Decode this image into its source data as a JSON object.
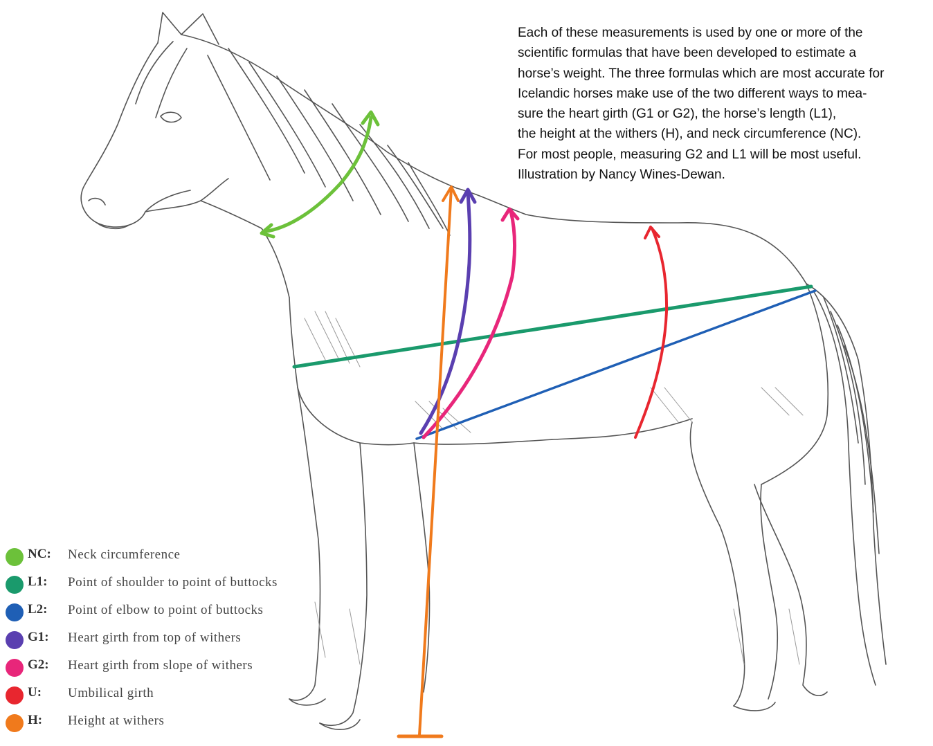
{
  "caption": {
    "lines": [
      "Each of these measurements is used by one or more of the",
      "scientific formulas that have been developed to estimate a",
      "horse’s weight. The three formulas which are most accurate for",
      "Icelandic horses make use of the two different ways to mea-",
      "sure the heart girth (G1 or G2), the horse’s length (L1),",
      "the height at the withers (H), and neck circumference (NC).",
      "For most people, measuring G2 and L1 will be most useful.",
      "Illustration by Nancy Wines-Dewan."
    ]
  },
  "legend": [
    {
      "code": "NC:",
      "label": "Neck circumference",
      "color": "#6cc13a"
    },
    {
      "code": "L1:",
      "label": "Point of shoulder to point of buttocks",
      "color": "#1a9a6c"
    },
    {
      "code": "L2:",
      "label": "Point of elbow to point of buttocks",
      "color": "#1f5fb5"
    },
    {
      "code": "G1:",
      "label": "Heart girth from top of withers",
      "color": "#5a3fb0"
    },
    {
      "code": "G2:",
      "label": "Heart girth from slope of withers",
      "color": "#e8267a"
    },
    {
      "code": "U:",
      "label": "Umbilical girth",
      "color": "#e8262f"
    },
    {
      "code": "H:",
      "label": "Height at withers",
      "color": "#f07a1c"
    }
  ],
  "colors": {
    "sketch": "#555555",
    "shading": "#9a9a9a"
  }
}
